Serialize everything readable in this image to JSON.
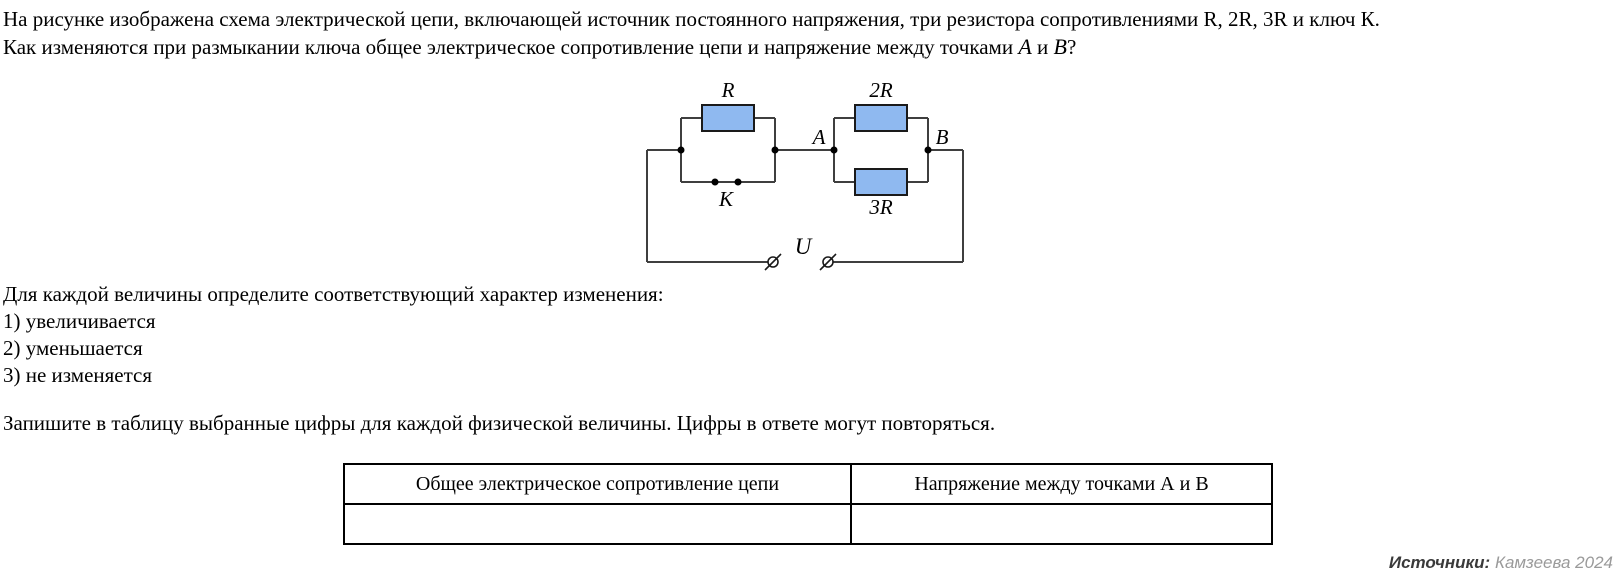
{
  "question": {
    "line1": "На рисунке изображена схема электрической цепи, включающей источник постоянного напряжения, три резистора сопротивлениями R, 2R, 3R и ключ К.",
    "line2_prefix": "Как изменяются при размыкании ключа общее электрическое сопротивление цепи и напряжение между точками ",
    "point_a": "A",
    "conj": " и ",
    "point_b": "B",
    "line2_suffix": "?"
  },
  "circuit": {
    "labels": {
      "resistor_r": "R",
      "resistor_2r": "2R",
      "resistor_3r": "3R",
      "switch_k": "K",
      "node_a": "A",
      "node_b": "B",
      "source_u": "U"
    },
    "colors": {
      "resistor_fill": "#8FB9F0",
      "resistor_border": "#1a1a1a",
      "wire": "#3f3f3f"
    }
  },
  "instructions": {
    "intro": "Для каждой величины определите соответствующий характер изменения:",
    "options": [
      "1) увеличивается",
      "2) уменьшается",
      "3) не изменяется"
    ],
    "note": "Запишите в таблицу выбранные цифры для каждой физической величины. Цифры в ответе могут повторяться."
  },
  "answer_table": {
    "columns": [
      "Общее электрическое сопротивление цепи",
      "Напряжение между точками А и В"
    ],
    "values": [
      "",
      ""
    ]
  },
  "source": {
    "label": "Источники:",
    "value": "Камзеева 2024"
  }
}
